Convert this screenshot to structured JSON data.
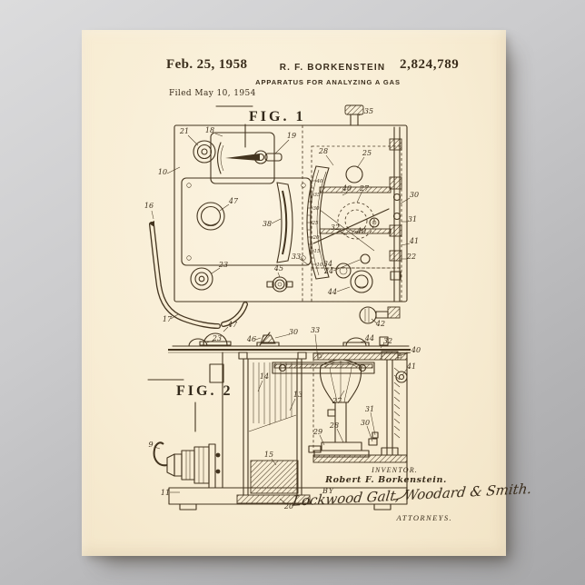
{
  "colors": {
    "paper": "#f8edd4",
    "ink": "#43341f",
    "backdrop": "#bdbdbf"
  },
  "poster": {
    "header": {
      "date": "Feb. 25, 1958",
      "inventor": "R. F. BORKENSTEIN",
      "patent_number": "2,824,789",
      "title": "APPARATUS FOR ANALYZING A GAS",
      "filed": "Filed May 10, 1954"
    },
    "fig1": {
      "label": "FIG. 1",
      "scale_ticks": [
        "40",
        "35",
        "30",
        "25",
        "20",
        "15",
        "10"
      ],
      "refs": {
        "r35": "35",
        "r21": "21",
        "r18": "18",
        "r19": "19",
        "r10": "10",
        "r16": "16",
        "r47": "47",
        "r38": "38",
        "r28": "28",
        "r25": "25",
        "r40a": "40",
        "r27": "27",
        "r30": "30",
        "r31": "31",
        "r41": "41",
        "r22": "22",
        "r32": "32",
        "r40b": "40",
        "r34": "34",
        "r33": "33",
        "r24": "24",
        "r44": "44",
        "r42": "42",
        "r23": "23",
        "r45": "45",
        "r17": "17"
      }
    },
    "fig2": {
      "label": "FIG. 2",
      "plate_refs": {
        "p47": "47",
        "p23": "23",
        "p46": "46",
        "p30": "30",
        "p33": "33",
        "p44": "44",
        "p32": "32"
      },
      "refs": {
        "r14": "14",
        "r13": "13",
        "r15": "15",
        "r9": "9",
        "r11": "11",
        "r20": "20",
        "r40": "40",
        "r41": "41",
        "r27": "27",
        "r31": "31",
        "r30": "30",
        "r28": "28",
        "r29": "29"
      }
    },
    "signature": {
      "inventor_caption": "INVENTOR.",
      "inventor_name": "Robert F. Borkenstein.",
      "by_label": "BY",
      "signature_script": "Lockwood Galt, Woodard & Smith.",
      "attorneys": "ATTORNEYS."
    }
  }
}
